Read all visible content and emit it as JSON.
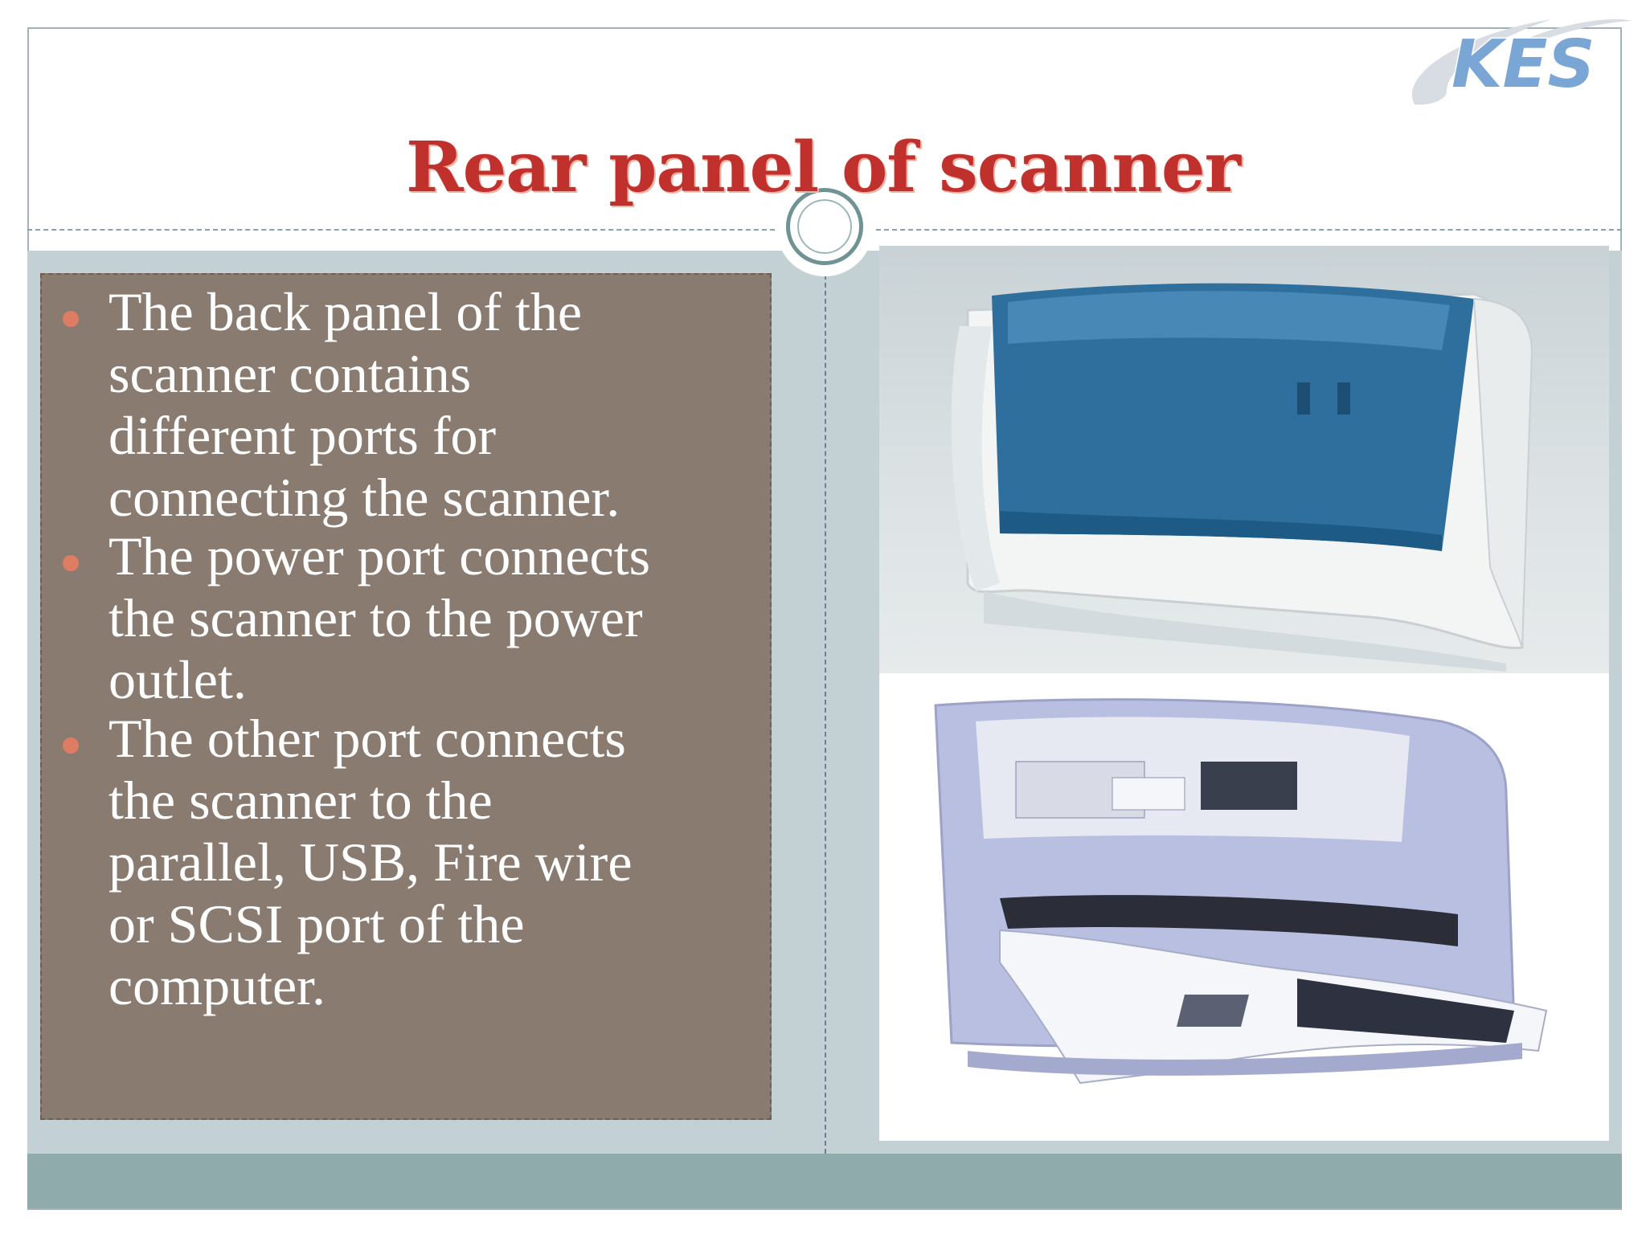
{
  "slide": {
    "title": "Rear panel of scanner",
    "logo_text": "KES",
    "bullets": [
      {
        "text": "The back panel of the\nscanner contains\ndifferent ports for\nconnecting the scanner."
      },
      {
        "text": "The power port connects\nthe scanner to the  power\noutlet."
      },
      {
        "text": "The other port connects\nthe scanner to the\nparallel, USB, Fire wire\nor SCSI port of the\ncomputer."
      }
    ]
  },
  "colors": {
    "title": "#c0302d",
    "text_panel": "#8a7b71",
    "bullet": "#de7d63",
    "content_band": "#c3d1d5",
    "footer_band": "#8fabac",
    "logo": "#7aa6d6"
  },
  "images": [
    {
      "icon": "scanner-sheetfed-blue-cover-photo"
    },
    {
      "icon": "document-scanner-feeder-photo"
    }
  ]
}
